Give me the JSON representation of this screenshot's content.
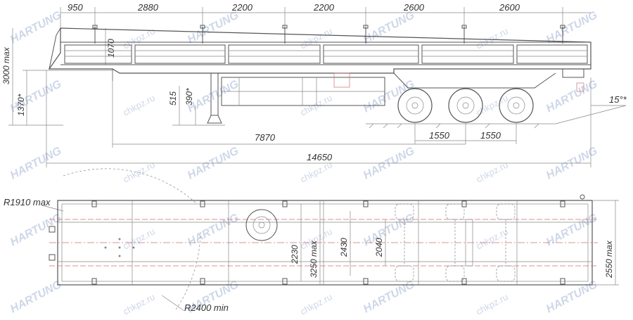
{
  "watermark": {
    "brand": "HARTUNG",
    "url": "chkpz.ru"
  },
  "side_view": {
    "top_dims": [
      "950",
      "2880",
      "2200",
      "2200",
      "2600",
      "2600"
    ],
    "height_max": "3000 max",
    "dim_1370": "1370*",
    "dim_1070": "1070",
    "dim_515": "515",
    "dim_390": "390*",
    "dim_7870": "7870",
    "dim_1550_a": "1550",
    "dim_1550_b": "1550",
    "dim_14650": "14650",
    "angle": "15°*"
  },
  "top_view": {
    "r_front": "R1910 max",
    "r_rear": "R2400 min",
    "dim_2230": "2230",
    "dim_3250": "3250 max",
    "dim_2430": "2430",
    "dim_2040": "2040",
    "dim_2550": "2550 max"
  }
}
